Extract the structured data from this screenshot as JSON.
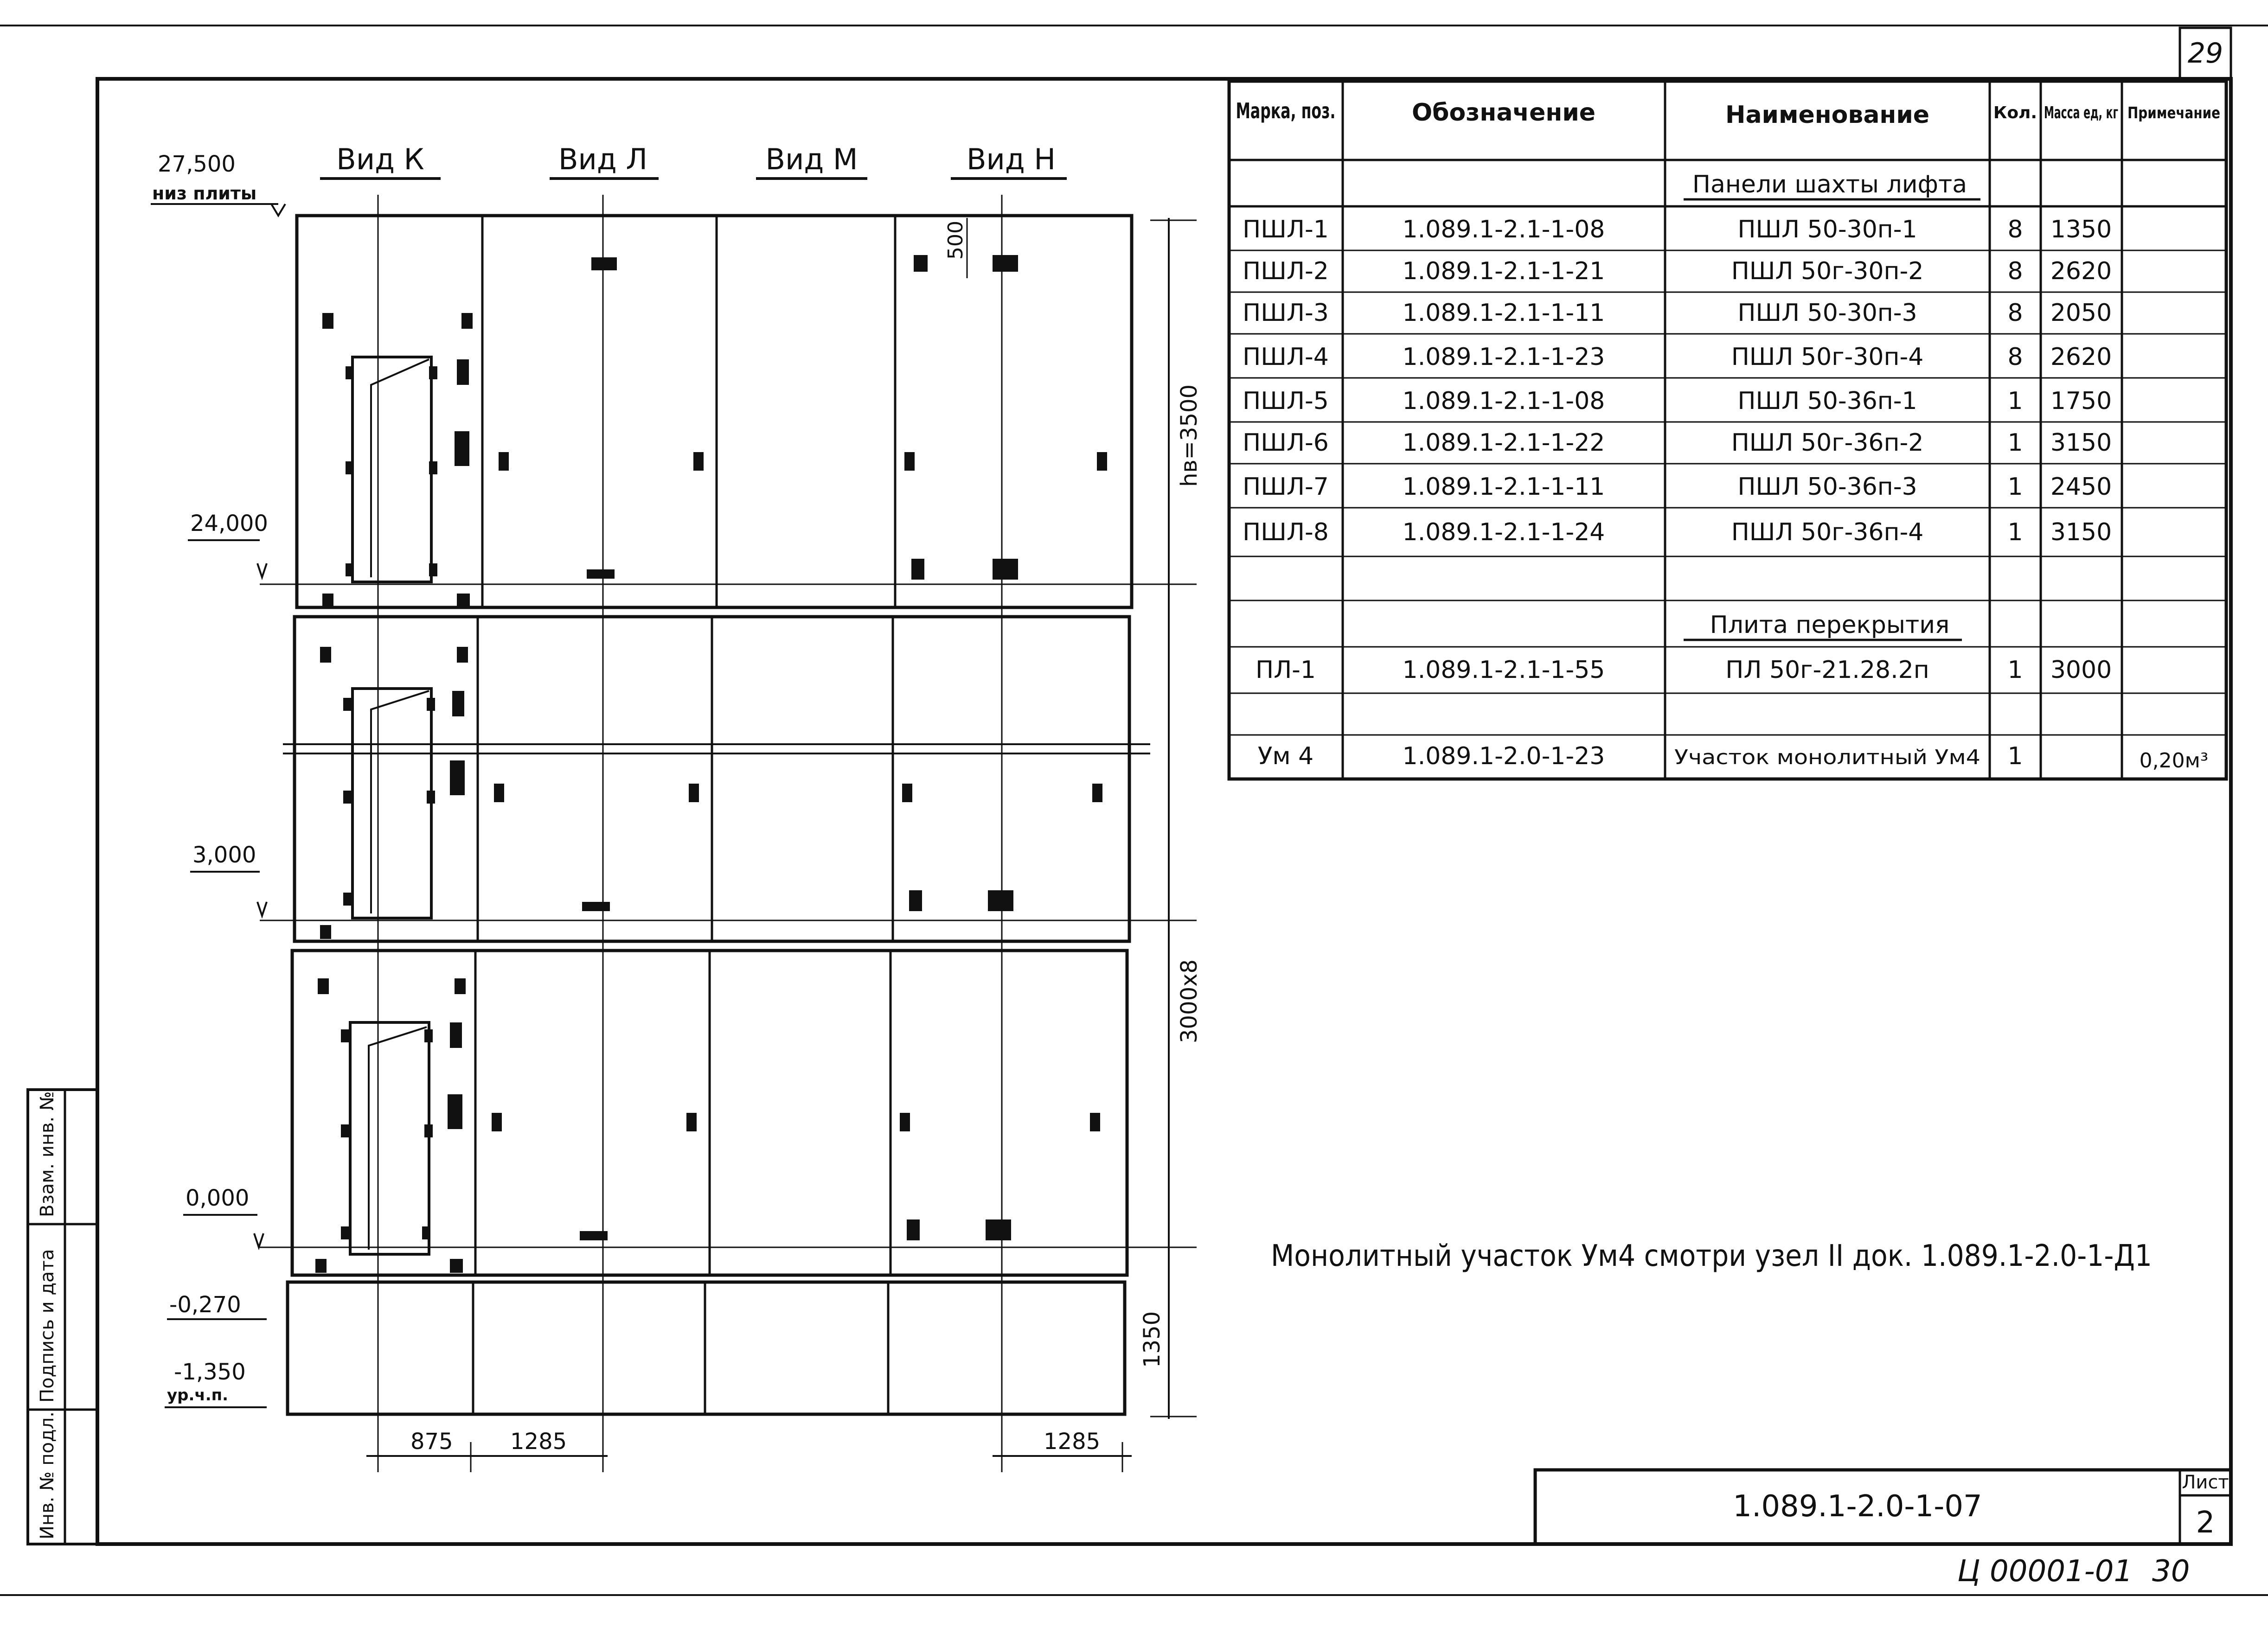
{
  "page_number_top": "29",
  "views": {
    "k": "Вид К",
    "l": "Вид Л",
    "m": "Вид М",
    "n": "Вид Н"
  },
  "levels": {
    "top": "27,500",
    "top_note": "низ плиты",
    "l24": "24,000",
    "l3": "3,000",
    "l0": "0,000",
    "lm027": "-0,270",
    "lm135": "-1,350",
    "lm135_note": "ур.ч.п."
  },
  "dimensions": {
    "d500": "500",
    "hb": "hв=3500",
    "d3000x8": "3000x8",
    "d1350": "1350",
    "d875": "875",
    "d1285a": "1285",
    "d1285b": "1285"
  },
  "table": {
    "headers": {
      "mark": "Марка, поз.",
      "designation": "Обозначение",
      "name": "Наименование",
      "qty": "Кол.",
      "mass": "Масса ед, кг",
      "note": "Примечание"
    },
    "section_panels": "Панели шахты лифта",
    "section_slab": "Плита перекрытия",
    "rows": [
      {
        "mark": "ПШЛ-1",
        "designation": "1.089.1-2.1-1-08",
        "name": "ПШЛ 50-30п-1",
        "qty": "8",
        "mass": "1350",
        "note": ""
      },
      {
        "mark": "ПШЛ-2",
        "designation": "1.089.1-2.1-1-21",
        "name": "ПШЛ 50г-30п-2",
        "qty": "8",
        "mass": "2620",
        "note": ""
      },
      {
        "mark": "ПШЛ-3",
        "designation": "1.089.1-2.1-1-11",
        "name": "ПШЛ 50-30п-3",
        "qty": "8",
        "mass": "2050",
        "note": ""
      },
      {
        "mark": "ПШЛ-4",
        "designation": "1.089.1-2.1-1-23",
        "name": "ПШЛ 50г-30п-4",
        "qty": "8",
        "mass": "2620",
        "note": ""
      },
      {
        "mark": "ПШЛ-5",
        "designation": "1.089.1-2.1-1-08",
        "name": "ПШЛ 50-36п-1",
        "qty": "1",
        "mass": "1750",
        "note": ""
      },
      {
        "mark": "ПШЛ-6",
        "designation": "1.089.1-2.1-1-22",
        "name": "ПШЛ 50г-36п-2",
        "qty": "1",
        "mass": "3150",
        "note": ""
      },
      {
        "mark": "ПШЛ-7",
        "designation": "1.089.1-2.1-1-11",
        "name": "ПШЛ 50-36п-3",
        "qty": "1",
        "mass": "2450",
        "note": ""
      },
      {
        "mark": "ПШЛ-8",
        "designation": "1.089.1-2.1-1-24",
        "name": "ПШЛ 50г-36п-4",
        "qty": "1",
        "mass": "3150",
        "note": ""
      },
      {
        "mark": "ПЛ-1",
        "designation": "1.089.1-2.1-1-55",
        "name": "ПЛ 50г-21.28.2п",
        "qty": "1",
        "mass": "3000",
        "note": ""
      },
      {
        "mark": "Ум 4",
        "designation": "1.089.1-2.0-1-23",
        "name": "Участок монолитный Ум4",
        "qty": "1",
        "mass": "",
        "note": "0,20м³"
      }
    ]
  },
  "note": "Монолитный участок Ум4 смотри узел II док. 1.089.1-2.0-1-Д1",
  "stamp": {
    "code": "1.089.1-2.0-1-07",
    "sheet_label": "Лист",
    "sheet_number": "2"
  },
  "side_labels": {
    "inv_orig": "Инв. № подл.",
    "sign_date": "Подпись и дата",
    "inv_repl": "Взам. инв. №"
  },
  "footer": {
    "code": "Ц 00001-01",
    "page": "30"
  }
}
